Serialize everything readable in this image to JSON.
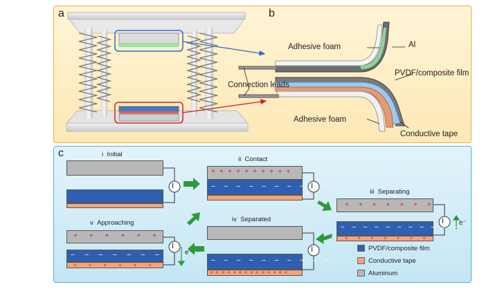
{
  "panels": {
    "a": "a",
    "b": "b",
    "c": "c"
  },
  "layers": {
    "adhesive_top": "Adhesive foam",
    "al": "Al",
    "leads": "Connection leads",
    "film": "PVDF/composite film",
    "adhesive_bottom": "Adhesive foam",
    "tape": "Conductive tape"
  },
  "stages": [
    {
      "num": "i",
      "name": "Initial"
    },
    {
      "num": "ii",
      "name": "Contact"
    },
    {
      "num": "iii",
      "name": "Separating"
    },
    {
      "num": "iv",
      "name": "Separated"
    },
    {
      "num": "v",
      "name": "Approaching"
    }
  ],
  "meter": "I",
  "electron": "e⁻",
  "legend": [
    {
      "label": "PVDF/composite film",
      "color": "#2f5fb0"
    },
    {
      "label": "Conductive tape",
      "color": "#f2a47b"
    },
    {
      "label": "Aluminum",
      "color": "#b8b8b8"
    }
  ]
}
